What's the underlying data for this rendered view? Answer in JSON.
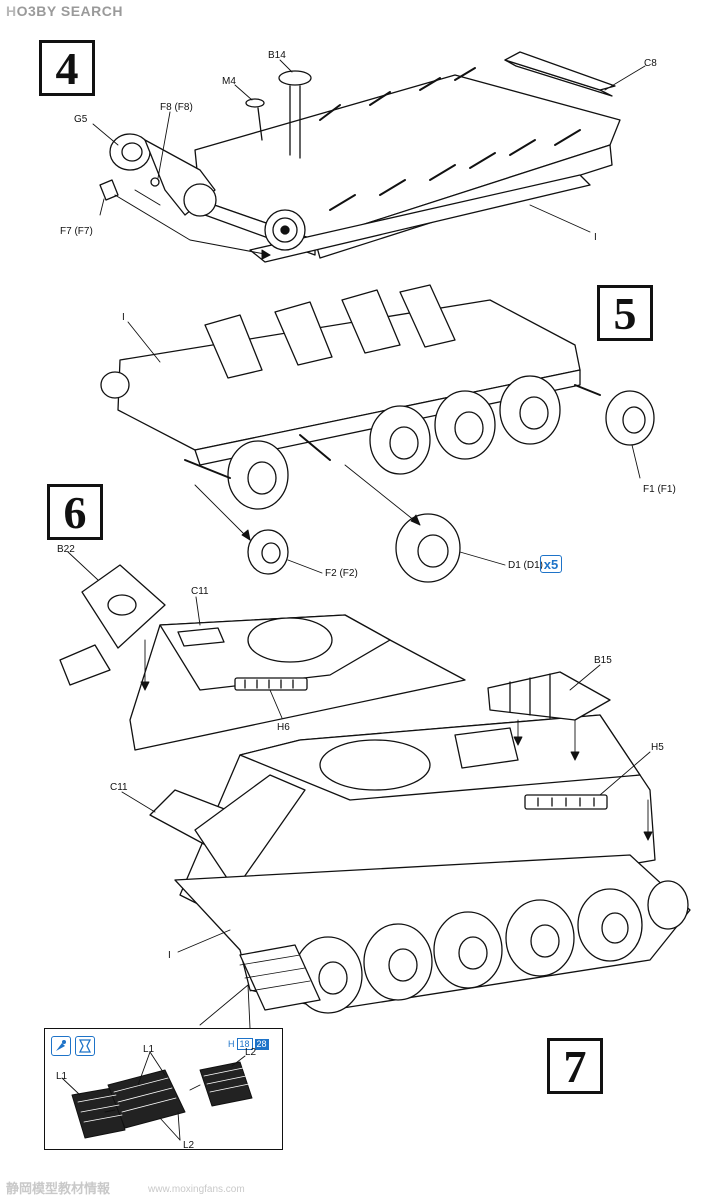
{
  "watermark": {
    "prefix": "H",
    "brand": "O3BY SEARCH",
    "bottom": "静岡模型教材情報",
    "url": "www.moxingfans.com"
  },
  "steps": [
    "4",
    "5",
    "6",
    "7"
  ],
  "labels": {
    "b14": "B14",
    "m4": "M4",
    "c8": "C8",
    "f8": "F8 (F8)",
    "g5": "G5",
    "f7": "F7 (F7)",
    "i_step4": "I",
    "i_step5": "I",
    "f1": "F1 (F1)",
    "d1": "D1 (D1)",
    "f2": "F2 (F2)",
    "b22": "B22",
    "c11_top": "C11",
    "h6": "H6",
    "b15": "B15",
    "h5": "H5",
    "c11_hull": "C11",
    "i_step7": "I",
    "l1_a": "L1",
    "l1_b": "L1",
    "l2_a": "L2",
    "l2_b": "L2"
  },
  "quantity_badge": "x5",
  "inset": {
    "paint_prefix": "H",
    "paint_codes": [
      "18",
      "28"
    ],
    "icons": [
      "glue-icon",
      "file-icon"
    ]
  }
}
